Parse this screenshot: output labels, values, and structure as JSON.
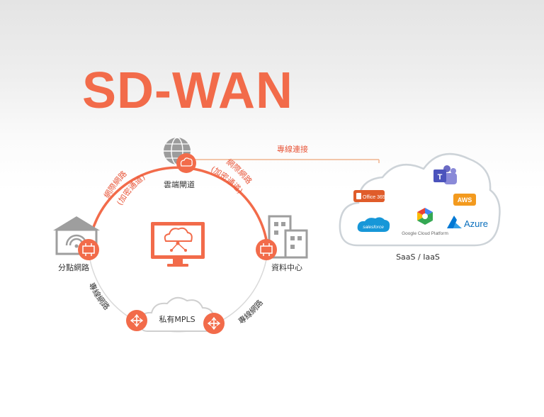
{
  "title": "SD-WAN",
  "labels": {
    "cloud_gateway": "雲端閘道",
    "branch": "分點網路",
    "datacenter": "資料中心",
    "mpls": "私有MPLS",
    "dedicated_link": "專線連接",
    "saas_iaas": "SaaS / IaaS",
    "internet_left": "網際網路",
    "encrypted_left": "(加密通道)",
    "internet_right": "網際網路",
    "encrypted_right": "(加密通道)",
    "leased_left": "專線網路",
    "leased_right": "專線網路"
  },
  "saas_apps": {
    "office365": "Office 365",
    "aws": "AWS",
    "salesforce": "salesforce",
    "google_cloud": "Google Cloud Platform",
    "azure": "Azure"
  },
  "colors": {
    "accent": "#f26b4a",
    "line": "#f0b38f",
    "grey_line": "#d8d8d8",
    "text": "#333333"
  }
}
